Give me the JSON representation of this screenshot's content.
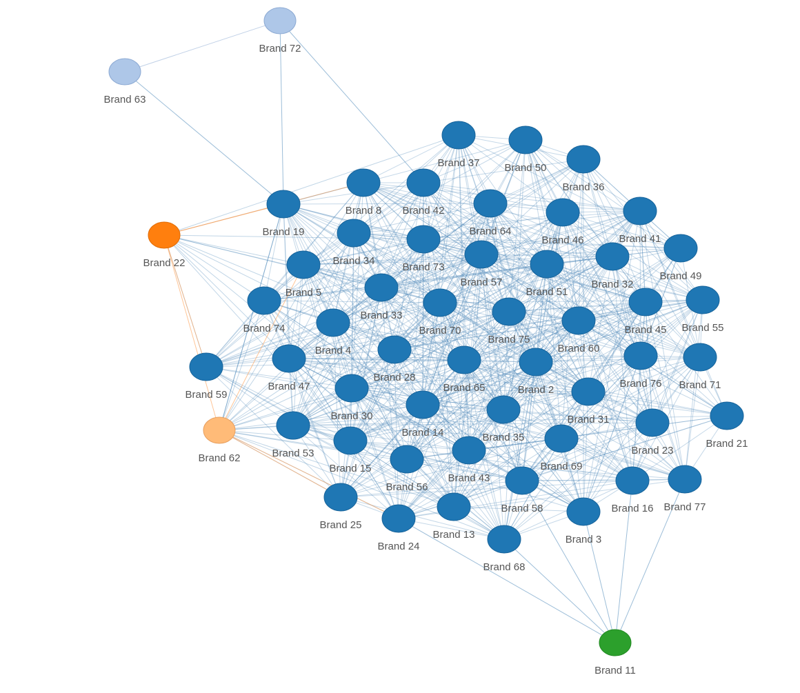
{
  "colors": {
    "blue_node": "#1f77b4",
    "blue_node_stroke": "#17639a",
    "blue_edge": "#4a86b8",
    "light_blue_node": "#aec7e8",
    "light_blue_stroke": "#8eabd4",
    "orange_node": "#ff7f0e",
    "light_orange_node": "#ffbb78",
    "orange_edge": "#ff9f50",
    "green_node": "#2ca02c",
    "label": "#555555"
  },
  "nodes": [
    {
      "id": "Brand 72",
      "group": "lightblue"
    },
    {
      "id": "Brand 63",
      "group": "lightblue"
    },
    {
      "id": "Brand 22",
      "group": "orange"
    },
    {
      "id": "Brand 62",
      "group": "lightorange"
    },
    {
      "id": "Brand 11",
      "group": "green"
    },
    {
      "id": "Brand 37",
      "group": "blue"
    },
    {
      "id": "Brand 50",
      "group": "blue"
    },
    {
      "id": "Brand 36",
      "group": "blue"
    },
    {
      "id": "Brand 8",
      "group": "blue"
    },
    {
      "id": "Brand 42",
      "group": "blue"
    },
    {
      "id": "Brand 19",
      "group": "blue"
    },
    {
      "id": "Brand 64",
      "group": "blue"
    },
    {
      "id": "Brand 46",
      "group": "blue"
    },
    {
      "id": "Brand 41",
      "group": "blue"
    },
    {
      "id": "Brand 34",
      "group": "blue"
    },
    {
      "id": "Brand 73",
      "group": "blue"
    },
    {
      "id": "Brand 57",
      "group": "blue"
    },
    {
      "id": "Brand 51",
      "group": "blue"
    },
    {
      "id": "Brand 32",
      "group": "blue"
    },
    {
      "id": "Brand 49",
      "group": "blue"
    },
    {
      "id": "Brand 5",
      "group": "blue"
    },
    {
      "id": "Brand 33",
      "group": "blue"
    },
    {
      "id": "Brand 70",
      "group": "blue"
    },
    {
      "id": "Brand 75",
      "group": "blue"
    },
    {
      "id": "Brand 45",
      "group": "blue"
    },
    {
      "id": "Brand 55",
      "group": "blue"
    },
    {
      "id": "Brand 74",
      "group": "blue"
    },
    {
      "id": "Brand 4",
      "group": "blue"
    },
    {
      "id": "Brand 60",
      "group": "blue"
    },
    {
      "id": "Brand 28",
      "group": "blue"
    },
    {
      "id": "Brand 65",
      "group": "blue"
    },
    {
      "id": "Brand 2",
      "group": "blue"
    },
    {
      "id": "Brand 76",
      "group": "blue"
    },
    {
      "id": "Brand 71",
      "group": "blue"
    },
    {
      "id": "Brand 59",
      "group": "blue"
    },
    {
      "id": "Brand 47",
      "group": "blue"
    },
    {
      "id": "Brand 30",
      "group": "blue"
    },
    {
      "id": "Brand 31",
      "group": "blue"
    },
    {
      "id": "Brand 14",
      "group": "blue"
    },
    {
      "id": "Brand 35",
      "group": "blue"
    },
    {
      "id": "Brand 23",
      "group": "blue"
    },
    {
      "id": "Brand 21",
      "group": "blue"
    },
    {
      "id": "Brand 53",
      "group": "blue"
    },
    {
      "id": "Brand 15",
      "group": "blue"
    },
    {
      "id": "Brand 56",
      "group": "blue"
    },
    {
      "id": "Brand 43",
      "group": "blue"
    },
    {
      "id": "Brand 69",
      "group": "blue"
    },
    {
      "id": "Brand 25",
      "group": "blue"
    },
    {
      "id": "Brand 13",
      "group": "blue"
    },
    {
      "id": "Brand 58",
      "group": "blue"
    },
    {
      "id": "Brand 16",
      "group": "blue"
    },
    {
      "id": "Brand 77",
      "group": "blue"
    },
    {
      "id": "Brand 24",
      "group": "blue"
    },
    {
      "id": "Brand 3",
      "group": "blue"
    },
    {
      "id": "Brand 68",
      "group": "blue"
    }
  ],
  "edges_explicit": [
    [
      "Brand 72",
      "Brand 63"
    ],
    [
      "Brand 72",
      "Brand 19"
    ],
    [
      "Brand 72",
      "Brand 42"
    ],
    [
      "Brand 63",
      "Brand 19"
    ],
    [
      "Brand 11",
      "Brand 68"
    ],
    [
      "Brand 11",
      "Brand 24"
    ],
    [
      "Brand 11",
      "Brand 3"
    ],
    [
      "Brand 11",
      "Brand 16"
    ],
    [
      "Brand 11",
      "Brand 77"
    ],
    [
      "Brand 11",
      "Brand 58"
    ],
    [
      "Brand 22",
      "Brand 19"
    ],
    [
      "Brand 22",
      "Brand 8"
    ],
    [
      "Brand 22",
      "Brand 62"
    ],
    [
      "Brand 22",
      "Brand 59"
    ],
    [
      "Brand 62",
      "Brand 19"
    ],
    [
      "Brand 62",
      "Brand 25"
    ],
    [
      "Brand 62",
      "Brand 24"
    ],
    [
      "Brand 62",
      "Brand 5"
    ]
  ]
}
